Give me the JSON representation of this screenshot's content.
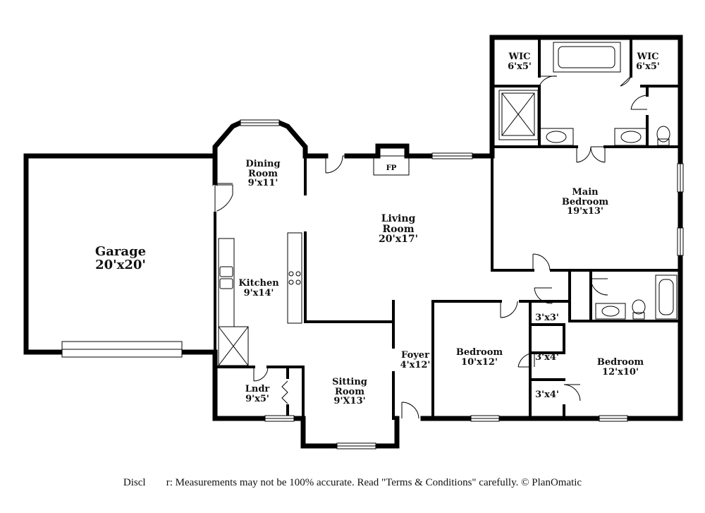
{
  "rooms": {
    "garage": {
      "name": "Garage",
      "size": "20'x20'"
    },
    "dining": {
      "name": "Dining Room",
      "size": "9'x11'"
    },
    "living": {
      "name": "Living Room",
      "size": "20'x17'"
    },
    "kitchen": {
      "name": "Kitchen",
      "size": "9'x14'"
    },
    "laundry": {
      "name": "Lndr",
      "size": "9'x5'"
    },
    "sitting": {
      "name": "Sitting Room",
      "size": "9'X13'"
    },
    "foyer": {
      "name": "Foyer",
      "size": "4'x12'"
    },
    "bedroom2": {
      "name": "Bedroom",
      "size": "10'x12'"
    },
    "bedroom3": {
      "name": "Bedroom",
      "size": "12'x10'"
    },
    "main_bedroom": {
      "name": "Main Bedroom",
      "size": "19'x13'"
    },
    "wic_left": {
      "name": "WIC",
      "size": "6'x5'"
    },
    "wic_right": {
      "name": "WIC",
      "size": "6'x5'"
    },
    "closet_a": {
      "size": "3'x3'"
    },
    "closet_b": {
      "size": "3'x4'"
    },
    "closet_c": {
      "size": "3'x4'"
    }
  },
  "fireplace_label": "FP",
  "disclaimer": "Disclaimer: Measurements may not be 100% accurate. Read \"Terms & Conditions\" carefully. © PlanOmatic"
}
